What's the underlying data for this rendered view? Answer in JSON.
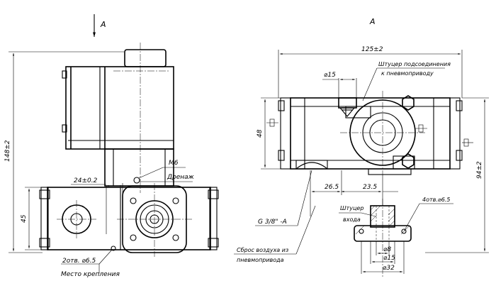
{
  "view_arrow_left": "A",
  "view_title_right": "A",
  "left_view": {
    "dim_overall_height": "148±2",
    "dim_thread": "M6",
    "label_drain": "Дренаж",
    "dim_spacing": "24±0.2",
    "dim_flange_height": "45",
    "dim_mount_holes": "2отв. ⌀6.5",
    "label_mount_place": "Место крепления"
  },
  "right_view": {
    "dim_overall_width": "125±2",
    "label_connection_fitting_line1": "Штуцер подсоединения",
    "label_connection_fitting_line2": "к пневмоприводу",
    "dim_fitting_dia": "⌀15",
    "dim_height_48": "48",
    "dim_height_94": "94±2",
    "dim_26_5": "26.5",
    "dim_23_5": "23.5",
    "dim_inlet_holes": "4отв.⌀6.5",
    "label_inlet_line1": "Штуцер",
    "label_inlet_line2": "входа",
    "label_thread_g": "G 3/8\" -A",
    "dim_inlet_bore": "⌀8",
    "dim_inlet_d15": "⌀15",
    "dim_inlet_d32": "⌀32",
    "label_air_release_line1": "Сброс воздуха из",
    "label_air_release_line2": "пневмопривода"
  }
}
